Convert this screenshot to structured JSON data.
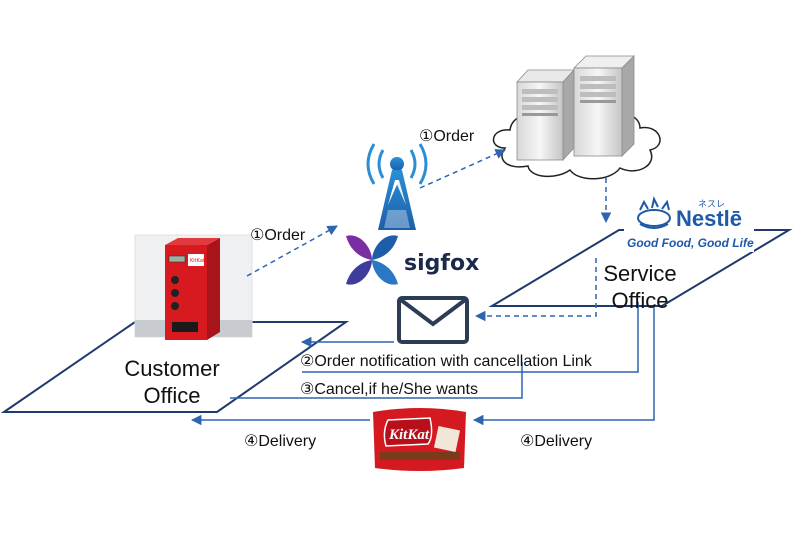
{
  "diagram": {
    "customer_office": {
      "line1": "Customer",
      "line2": "Office"
    },
    "service_office": {
      "line1": "Service",
      "line2": "Office"
    },
    "edges": {
      "order_to_sigfox": "①Order",
      "order_to_cloud": "①Order",
      "notification": "②Order notification with cancellation Link",
      "cancel": "③Cancel,if he/She wants",
      "delivery_left": "④Delivery",
      "delivery_right": "④Delivery"
    },
    "logos": {
      "sigfox": "sigfox",
      "nestle_name": "Nestlē",
      "nestle_kana": "ネスレ",
      "nestle_tagline": "Good Food, Good Life",
      "kitkat": "KitKat"
    },
    "icons": [
      "server-icon",
      "cloud-icon",
      "antenna-icon",
      "sigfox-logo",
      "nestle-logo",
      "envelope-icon",
      "kitkat-package-image",
      "vending-machine-image"
    ],
    "colors": {
      "arrow": "#2e65b0",
      "platform_border": "#1f3a6e",
      "envelope": "#2b3d55",
      "nestle_blue": "#1f5aa6",
      "kitkat_red": "#d41a20"
    }
  }
}
